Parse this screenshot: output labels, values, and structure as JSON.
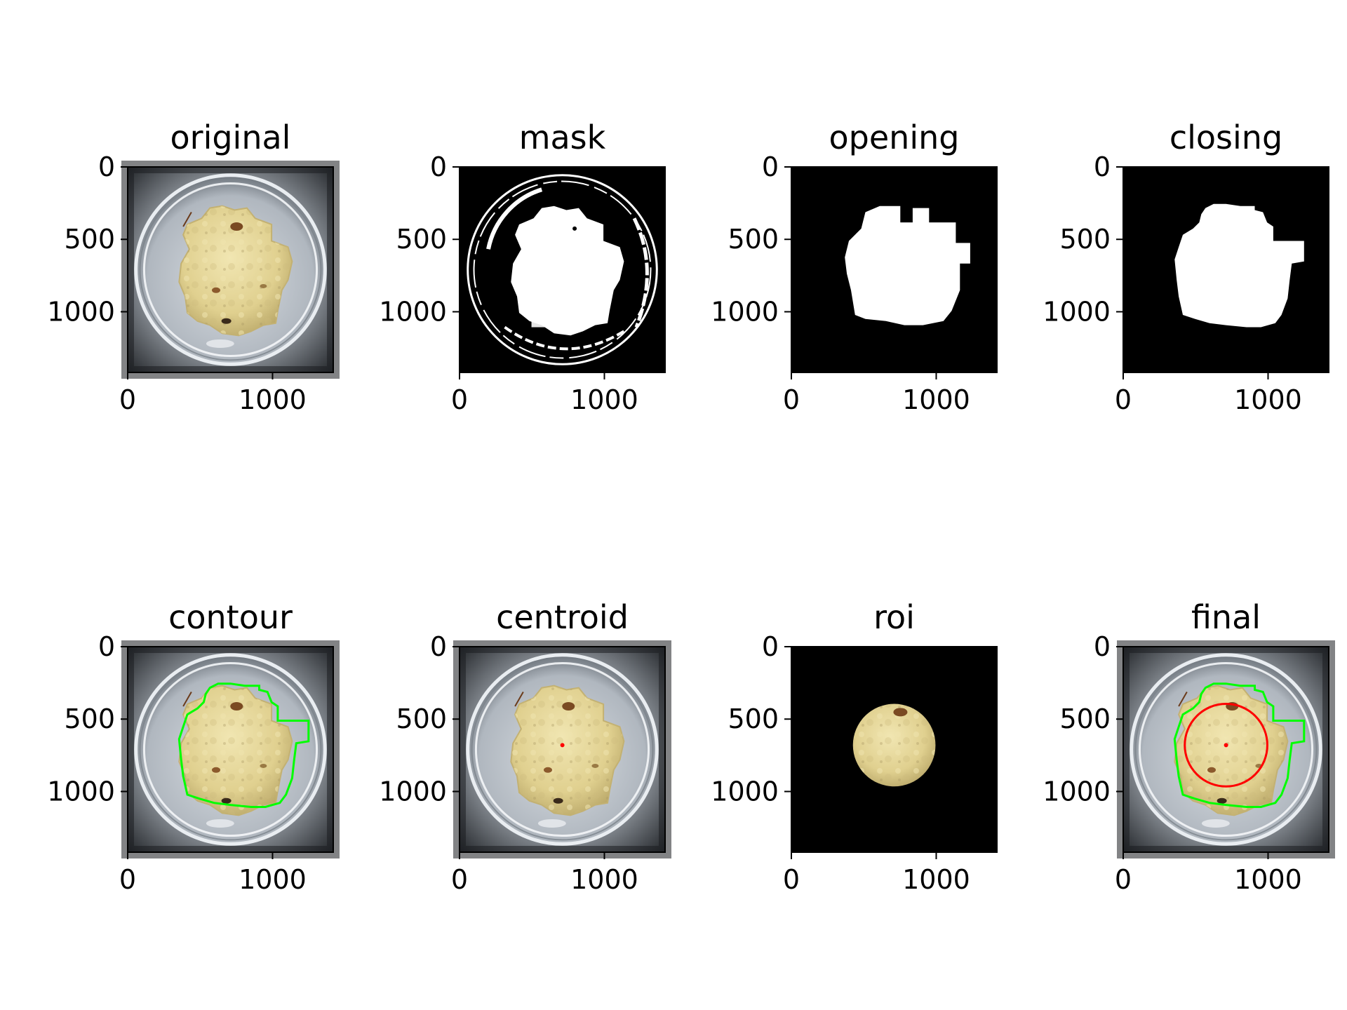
{
  "figure": {
    "layout": "2x4 image grid",
    "background": "#ffffff"
  },
  "chart_data": [
    {
      "type": "image",
      "title": "original",
      "image": "petri-dish-photo",
      "xticks": [
        0,
        1000
      ],
      "yticks": [
        0,
        500,
        1000
      ],
      "xlim": [
        0,
        1419
      ],
      "ylim": [
        1419,
        0
      ]
    },
    {
      "type": "image",
      "title": "mask",
      "image": "binary-threshold-mask",
      "xticks": [
        0,
        1000
      ],
      "yticks": [
        0,
        500,
        1000
      ],
      "xlim": [
        0,
        1419
      ],
      "ylim": [
        1419,
        0
      ]
    },
    {
      "type": "image",
      "title": "opening",
      "image": "morphological-opening",
      "xticks": [
        0,
        1000
      ],
      "yticks": [
        0,
        500,
        1000
      ],
      "xlim": [
        0,
        1419
      ],
      "ylim": [
        1419,
        0
      ]
    },
    {
      "type": "image",
      "title": "closing",
      "image": "morphological-closing",
      "xticks": [
        0,
        1000
      ],
      "yticks": [
        0,
        500,
        1000
      ],
      "xlim": [
        0,
        1419
      ],
      "ylim": [
        1419,
        0
      ]
    },
    {
      "type": "image",
      "title": "contour",
      "image": "petri-dish-photo-with-contour",
      "xticks": [
        0,
        1000
      ],
      "yticks": [
        0,
        500,
        1000
      ],
      "xlim": [
        0,
        1419
      ],
      "ylim": [
        1419,
        0
      ],
      "overlay_color": "#00ff00"
    },
    {
      "type": "image",
      "title": "centroid",
      "image": "petri-dish-photo-with-centroid",
      "xticks": [
        0,
        1000
      ],
      "yticks": [
        0,
        500,
        1000
      ],
      "xlim": [
        0,
        1419
      ],
      "ylim": [
        1419,
        0
      ],
      "centroid": [
        710,
        680
      ],
      "marker_color": "#ff0000"
    },
    {
      "type": "image",
      "title": "roi",
      "image": "circular-roi-crop",
      "xticks": [
        0,
        1000
      ],
      "yticks": [
        0,
        500,
        1000
      ],
      "xlim": [
        0,
        1419
      ],
      "ylim": [
        1419,
        0
      ],
      "roi_center": [
        710,
        680
      ],
      "roi_radius": 285
    },
    {
      "type": "image",
      "title": "final",
      "image": "photo-with-contour-and-roi-circle",
      "xticks": [
        0,
        1000
      ],
      "yticks": [
        0,
        500,
        1000
      ],
      "xlim": [
        0,
        1419
      ],
      "ylim": [
        1419,
        0
      ],
      "overlay_color": "#00ff00",
      "circle_color": "#ff0000",
      "roi_center": [
        710,
        680
      ],
      "roi_radius": 285
    }
  ]
}
